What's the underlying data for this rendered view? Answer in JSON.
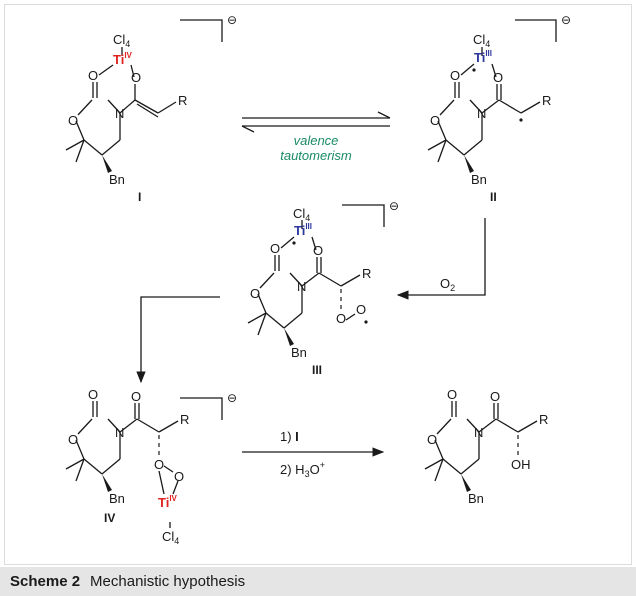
{
  "colors": {
    "ti_iv": "#e2221f",
    "ti_iii": "#2e37a0",
    "annotation": "#1a8a66",
    "ink": "#1a1a1a",
    "caption_bg": "#e5e5e5"
  },
  "atoms": {
    "cl4_prefix": "Cl",
    "cl4_subscript": "4",
    "ti": "Ti",
    "ti_iv_ox": "IV",
    "ti_iii_ox": "III",
    "oxygen": "O",
    "nitrogen": "N",
    "r_group": "R",
    "benzyl": "Bn",
    "hydroxyl": "OH"
  },
  "charge_symbol": "⊖",
  "labels": {
    "compound_1": "I",
    "compound_2": "II",
    "compound_3": "III",
    "compound_4": "IV"
  },
  "arrows": {
    "equilibrium_line1": "valence",
    "equilibrium_line2": "tautomerism",
    "oxygen_reagent": "O",
    "oxygen_subscript": "2",
    "step1_prefix": "1) ",
    "step1_bold": "I",
    "step2_prefix": "2) H",
    "step2_subscript": "3",
    "step2_suffix": "O",
    "step2_superscript": "+"
  },
  "caption": {
    "label": "Scheme 2",
    "text": "Mechanistic hypothesis"
  }
}
